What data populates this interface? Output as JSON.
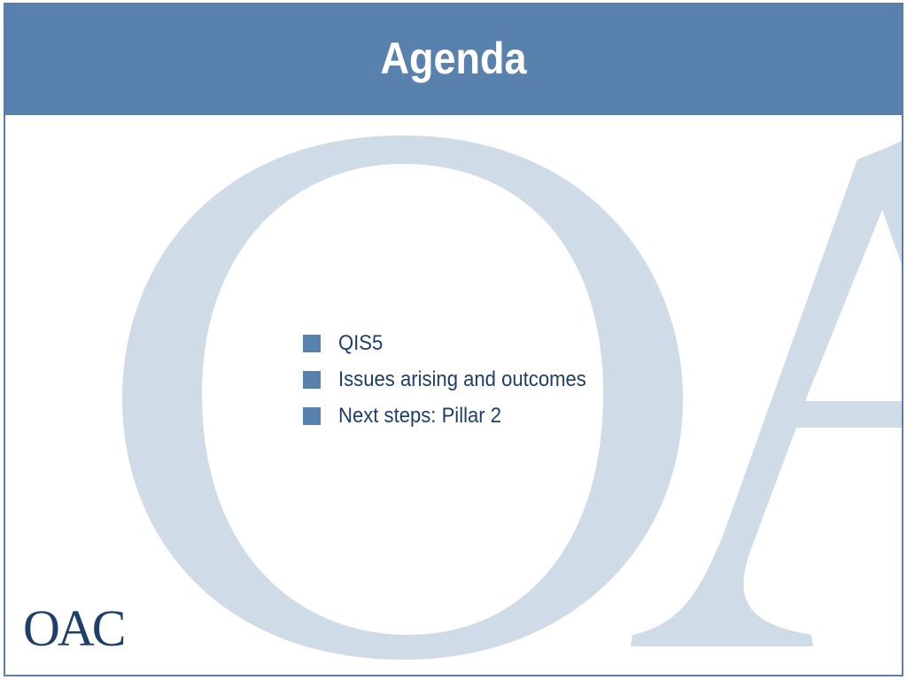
{
  "slide": {
    "title": "Agenda",
    "bullets": [
      "QIS5",
      "Issues arising and outcomes",
      "Next steps: Pillar 2"
    ],
    "logo_text": "OAC",
    "watermark_text": "OA"
  },
  "colors": {
    "header": "#5882ad",
    "watermark": "#cfdbe7",
    "text": "#1f3e69",
    "bullet": "#5882ad"
  }
}
